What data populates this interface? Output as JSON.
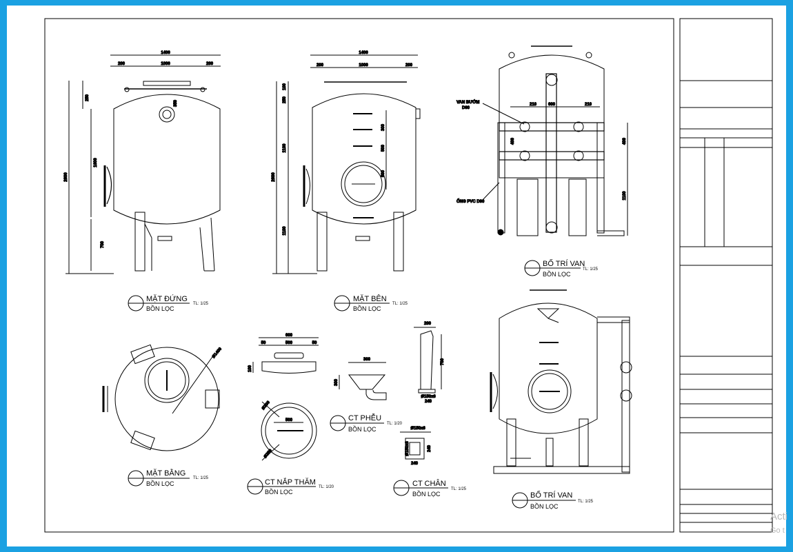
{
  "views": {
    "front": {
      "title": "MẶT ĐỨNG",
      "subtitle": "BỒN LỌC",
      "scale": "TL: 1/25"
    },
    "side": {
      "title": "MẶT BÊN",
      "subtitle": "BỒN LỌC",
      "scale": "TL: 1/25"
    },
    "valve_top": {
      "title": "BỐ TRÍ VAN",
      "subtitle": "BỒN LỌC",
      "scale": "TL: 1/25"
    },
    "plan": {
      "title": "MẶT BẰNG",
      "subtitle": "BỒN LỌC",
      "scale": "TL: 1/25"
    },
    "manhole": {
      "title": "CT NẮP THĂM",
      "subtitle": "BỒN LỌC",
      "scale": "TL: 1/20"
    },
    "funnel": {
      "title": "CT PHỄU",
      "subtitle": "BỒN LỌC",
      "scale": "TL: 1/20"
    },
    "leg": {
      "title": "CT CHÂN",
      "subtitle": "BỒN LỌC",
      "scale": "TL: 1/25"
    },
    "valve_bottom": {
      "title": "BỐ TRÍ VAN",
      "subtitle": "BỒN LỌC",
      "scale": "TL: 1/25"
    }
  },
  "dimensions": {
    "front": {
      "top_total": "1400",
      "top_left": "200",
      "top_mid": "1000",
      "top_right": "200",
      "head": "250",
      "body": "1600",
      "total": "2600",
      "leg": "700",
      "nozzle": "350"
    },
    "side": {
      "top_total": "1400",
      "top_left": "200",
      "top_mid": "1000",
      "top_right": "200",
      "head_a": "100",
      "head_b": "250",
      "body": "1100",
      "total": "2600",
      "leg": "1100",
      "s1": "300",
      "s2": "500",
      "s3": "500"
    },
    "valve": {
      "w1": "210",
      "w2": "600",
      "w3": "210",
      "h1": "400",
      "h2": "400",
      "h3": "1100"
    },
    "plan": {
      "diameter": "Ø1400"
    },
    "manhole": {
      "w_total": "600",
      "w_left": "50",
      "w_mid": "500",
      "w_right": "50",
      "h": "100",
      "inner": "500",
      "d1": "Ø200",
      "d2": "Ø250"
    },
    "funnel": {
      "w": "300",
      "h": "300"
    },
    "leg": {
      "top": "200",
      "height": "700",
      "base": "240",
      "pipe1": "Ø150x6",
      "pipe2": "Ø150x6",
      "base2": "240",
      "h2": "240",
      "side2": "Ø150x6"
    }
  },
  "callouts": {
    "valve_name": "VAN BƯỚM",
    "valve_size": "D90",
    "pipe": "ỐNG PVC D90"
  },
  "watermark": {
    "line1": "Acti",
    "line2": "Go t"
  }
}
